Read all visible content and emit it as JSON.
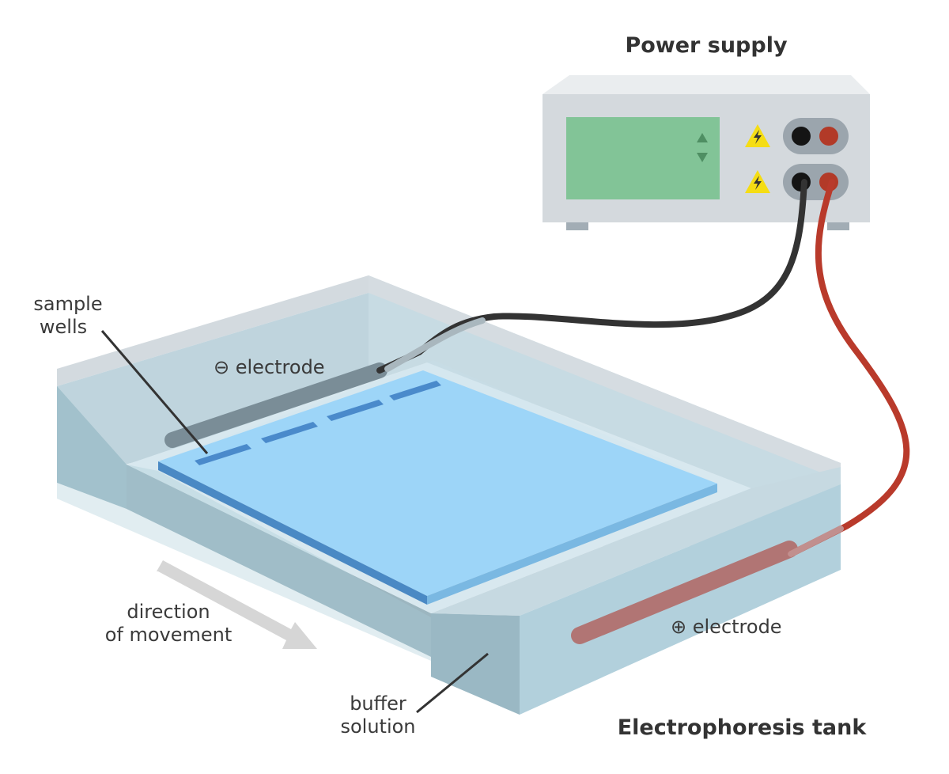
{
  "title_power_supply": "Power supply",
  "title_tank": "Electrophoresis tank",
  "labels": {
    "sample_wells_line1": "sample",
    "sample_wells_line2": "wells",
    "neg_electrode": "⊖ electrode",
    "pos_electrode": "⊕ electrode",
    "direction_line1": "direction",
    "direction_line2": "of movement",
    "buffer_line1": "buffer",
    "buffer_line2": "solution"
  },
  "colors": {
    "gel": "#94d2fb",
    "buffer": "#a9ccd8",
    "cathode_wire": "#333333",
    "anode_wire": "#b93a2b",
    "display": "#82c497",
    "supply_body": "#d4d9dd"
  }
}
